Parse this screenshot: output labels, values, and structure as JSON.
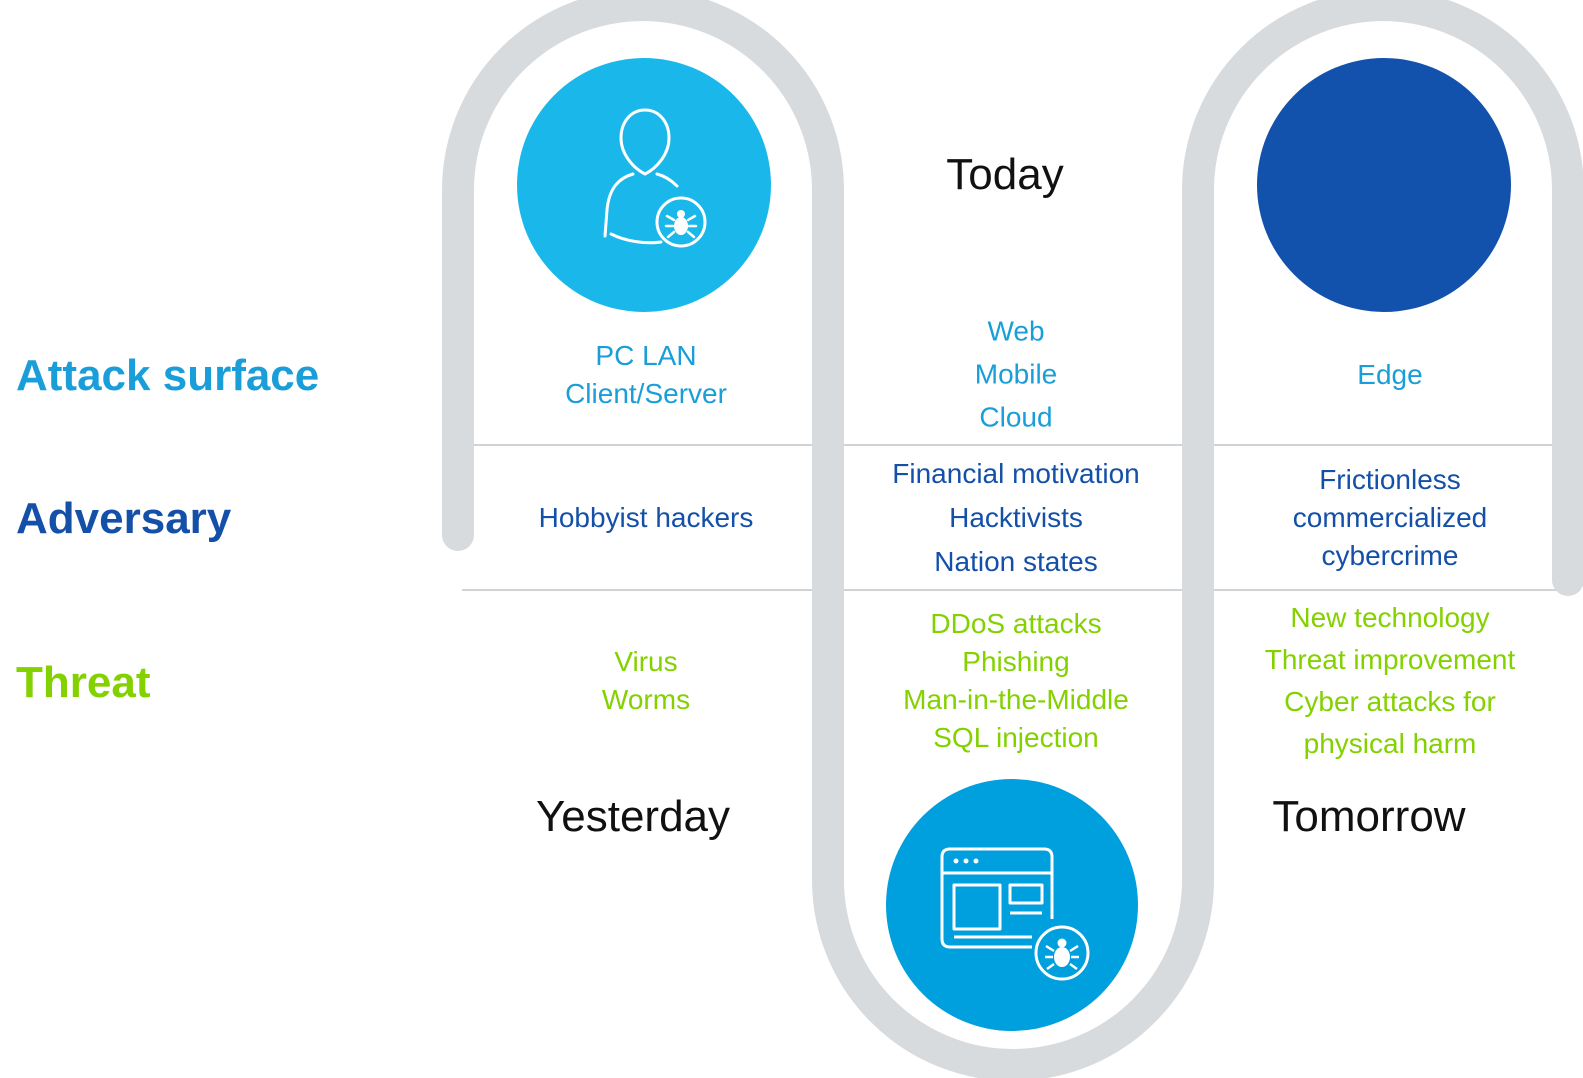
{
  "colors": {
    "attack_surface": "#1a9ed9",
    "adversary": "#1450a8",
    "threat": "#84d100",
    "circle_yesterday": "#1ab8ea",
    "circle_today": "#009fde",
    "circle_tomorrow": "#1352ac",
    "track": "#d8dbde",
    "divider": "#d0d3d6"
  },
  "row_labels": {
    "attack_surface": "Attack surface",
    "adversary": "Adversary",
    "threat": "Threat"
  },
  "eras": {
    "yesterday": "Yesterday",
    "today": "Today",
    "tomorrow": "Tomorrow"
  },
  "icons": {
    "yesterday": "user-bug-icon",
    "today": "browser-window-bug-icon",
    "tomorrow": ""
  },
  "yesterday": {
    "attack_surface": [
      "PC LAN",
      "Client/Server"
    ],
    "adversary": [
      "Hobbyist hackers"
    ],
    "threat": [
      "Virus",
      "Worms"
    ]
  },
  "today": {
    "attack_surface": [
      "Web",
      "Mobile",
      "Cloud"
    ],
    "adversary": [
      "Financial motivation",
      "Hacktivists",
      "Nation states"
    ],
    "threat": [
      "DDoS attacks",
      "Phishing",
      "Man-in-the-Middle",
      "SQL injection"
    ]
  },
  "tomorrow": {
    "attack_surface": [
      "Edge"
    ],
    "adversary": [
      "Frictionless",
      "commercialized",
      "cybercrime"
    ],
    "threat": [
      "New technology",
      "Threat improvement",
      "Cyber attacks for",
      "physical harm"
    ]
  }
}
